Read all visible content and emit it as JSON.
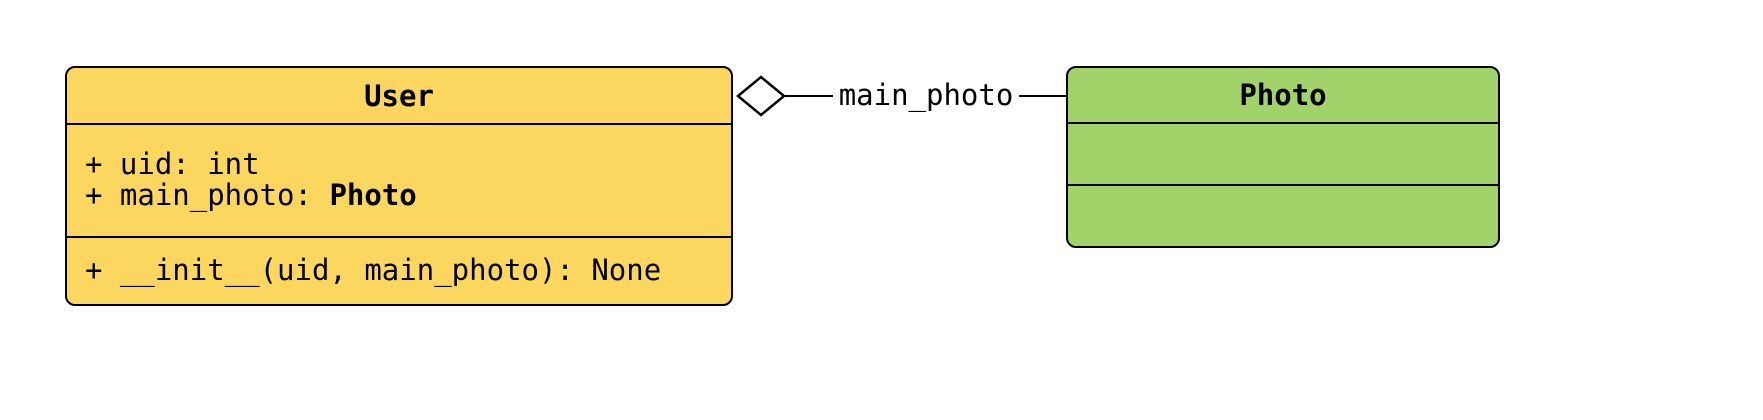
{
  "diagram": {
    "type": "uml-class-diagram",
    "background": "#ffffff",
    "classes": {
      "user": {
        "title": "User",
        "fill": "#fcd75f",
        "border": "#000000",
        "attributes": [
          {
            "text": "+ uid: int",
            "bold": ""
          },
          {
            "text": "+ main_photo: ",
            "bold": "Photo"
          }
        ],
        "methods": [
          {
            "text": "+ __init__(uid, main_photo): None",
            "bold": ""
          }
        ]
      },
      "photo": {
        "title": "Photo",
        "fill": "#a2d36a",
        "border": "#000000",
        "attributes": [],
        "methods": []
      }
    },
    "relationship": {
      "type": "aggregation",
      "from": "User",
      "to": "Photo",
      "label": "main_photo",
      "diamond_side": "user",
      "diamond_fill": "#ffffff",
      "line_color": "#000000"
    }
  }
}
